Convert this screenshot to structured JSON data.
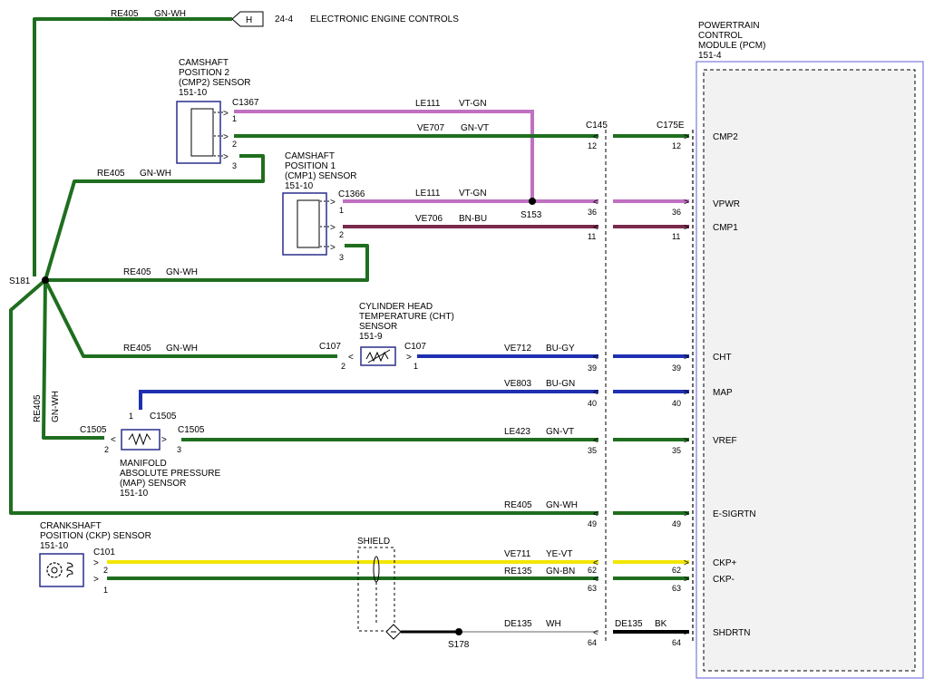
{
  "colors": {
    "green": "#1f6e1f",
    "violet": "#c070c0",
    "brown": "#7b2a4e",
    "blue": "#1f2fb0",
    "yellow": "#f2e600",
    "black": "#000000",
    "module_border": "#7a7ae0",
    "sensor_border": "#2a2f8c"
  },
  "header": {
    "wire": "RE405",
    "wire_color": "GN-WH",
    "connector": "H",
    "page_ref": "24-4",
    "title": "ELECTRONIC ENGINE CONTROLS"
  },
  "pcm": {
    "name": [
      "POWERTRAIN",
      "CONTROL",
      "MODULE (PCM)",
      "151-4"
    ],
    "connector_a": "C145",
    "connector_b": "C175E"
  },
  "sensors": {
    "cmp2": {
      "name": [
        "CAMSHAFT",
        "POSITION 2",
        "(CMP2) SENSOR",
        "151-10"
      ],
      "connector": "C1367",
      "pins": [
        "1",
        "2",
        "3"
      ]
    },
    "cmp1": {
      "name": [
        "CAMSHAFT",
        "POSITION 1",
        "(CMP1) SENSOR",
        "151-10"
      ],
      "connector": "C1366",
      "pins": [
        "1",
        "2",
        "3"
      ]
    },
    "cht": {
      "name": [
        "CYLINDER HEAD",
        "TEMPERATURE (CHT)",
        "SENSOR",
        "151-9"
      ],
      "connector": "C107",
      "pins": [
        "2",
        "1"
      ]
    },
    "map": {
      "name": [
        "MANIFOLD",
        "ABSOLUTE PRESSURE",
        "(MAP) SENSOR",
        "151-10"
      ],
      "connector": "C1505",
      "pins": [
        "1",
        "2",
        "3"
      ]
    },
    "ckp": {
      "name": [
        "CRANKSHAFT",
        "POSITION (CKP) SENSOR",
        "151-10"
      ],
      "connector": "C101",
      "pins": [
        "2",
        "1"
      ]
    }
  },
  "splices": {
    "s181": "S181",
    "s153": "S153",
    "s178": "S178"
  },
  "shield_label": "SHIELD",
  "ground_labels": {
    "re405": "RE405",
    "wire_color": "GN-WH"
  },
  "circuits": [
    {
      "wire": "LE111",
      "color": "VT-GN",
      "pin": "",
      "pcm_pin": "",
      "pcm_label": ""
    },
    {
      "wire": "VE707",
      "color": "GN-VT",
      "pin": "12",
      "pcm_pin": "12",
      "pcm_label": "CMP2"
    },
    {
      "wire": "LE111",
      "color": "VT-GN",
      "pin": "36",
      "pcm_pin": "36",
      "pcm_label": "VPWR"
    },
    {
      "wire": "VE706",
      "color": "BN-BU",
      "pin": "11",
      "pcm_pin": "11",
      "pcm_label": "CMP1"
    },
    {
      "wire": "VE712",
      "color": "BU-GY",
      "pin": "39",
      "pcm_pin": "39",
      "pcm_label": "CHT"
    },
    {
      "wire": "VE803",
      "color": "BU-GN",
      "pin": "40",
      "pcm_pin": "40",
      "pcm_label": "MAP"
    },
    {
      "wire": "LE423",
      "color": "GN-VT",
      "pin": "35",
      "pcm_pin": "35",
      "pcm_label": "VREF"
    },
    {
      "wire": "RE405",
      "color": "GN-WH",
      "pin": "49",
      "pcm_pin": "49",
      "pcm_label": "E-SIGRTN"
    },
    {
      "wire": "VE711",
      "color": "YE-VT",
      "pin": "62",
      "pcm_pin": "62",
      "pcm_label": "CKP+"
    },
    {
      "wire": "RE135",
      "color": "GN-BN",
      "pin": "63",
      "pcm_pin": "63",
      "pcm_label": "CKP-"
    },
    {
      "wire": "DE135",
      "color": "WH",
      "pin": "64",
      "pcm_pin": "64",
      "pcm_label": "SHDRTN"
    }
  ],
  "shield_drain": {
    "wire": "DE135",
    "color": "BK"
  }
}
